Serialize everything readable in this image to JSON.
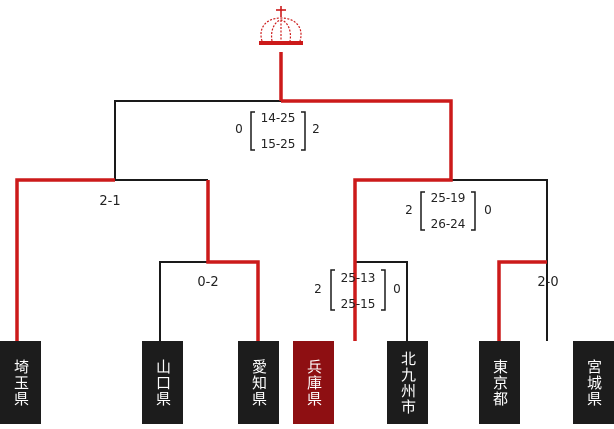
{
  "colors": {
    "line": "#1a1a1a",
    "win_line": "#cc1a1a",
    "box": "#1c1c1c",
    "champion_box": "#8e0f12",
    "text": "#222222"
  },
  "icon": "crown-icon",
  "teams": [
    {
      "name": "埼玉県",
      "champion": false
    },
    {
      "name": "山口県",
      "champion": false
    },
    {
      "name": "愛知県",
      "champion": false
    },
    {
      "name": "兵庫県",
      "champion": true
    },
    {
      "name": "北九州市",
      "champion": false
    },
    {
      "name": "東京都",
      "champion": false
    },
    {
      "name": "宮城県",
      "champion": false
    }
  ],
  "matches": {
    "r1_yamaguchi_aichi": {
      "score": "0-2"
    },
    "r1_hyogo_kitakyushu": {
      "left": "2",
      "right": "0",
      "sets": [
        "25-13",
        "25-15"
      ]
    },
    "r1_tokyo_miyagi": {
      "score": "2-0"
    },
    "semi_left": {
      "score": "2-1"
    },
    "semi_right": {
      "left": "2",
      "right": "0",
      "sets": [
        "25-19",
        "26-24"
      ]
    },
    "final": {
      "left": "0",
      "right": "2",
      "sets": [
        "14-25",
        "15-25"
      ]
    }
  }
}
